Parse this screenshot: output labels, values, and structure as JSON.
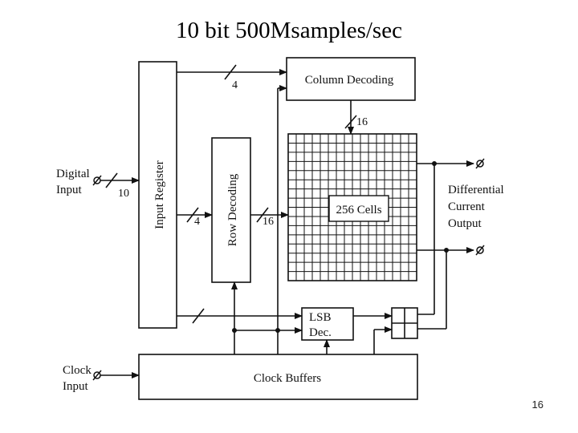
{
  "slide": {
    "title": "10 bit 500Msamples/sec",
    "page_number": "16"
  },
  "diagram": {
    "input_register_label": "Input Register",
    "row_decoding_label": "Row Decoding",
    "column_decoding_label": "Column Decoding",
    "cells_label": "256 Cells",
    "lsb_label_line1": "LSB",
    "lsb_label_line2": "Dec.",
    "clock_buffers_label": "Clock Buffers",
    "digital_input_line1": "Digital",
    "digital_input_line2": "Input",
    "clock_input_line1": "Clock",
    "clock_input_line2": "Input",
    "output_line1": "Differential",
    "output_line2": "Current",
    "output_line3": "Output",
    "bus_input_width": "10",
    "bus_column_width": "4",
    "bus_row_width": "4",
    "bus_column_out_width": "16",
    "bus_row_out_width": "16"
  }
}
